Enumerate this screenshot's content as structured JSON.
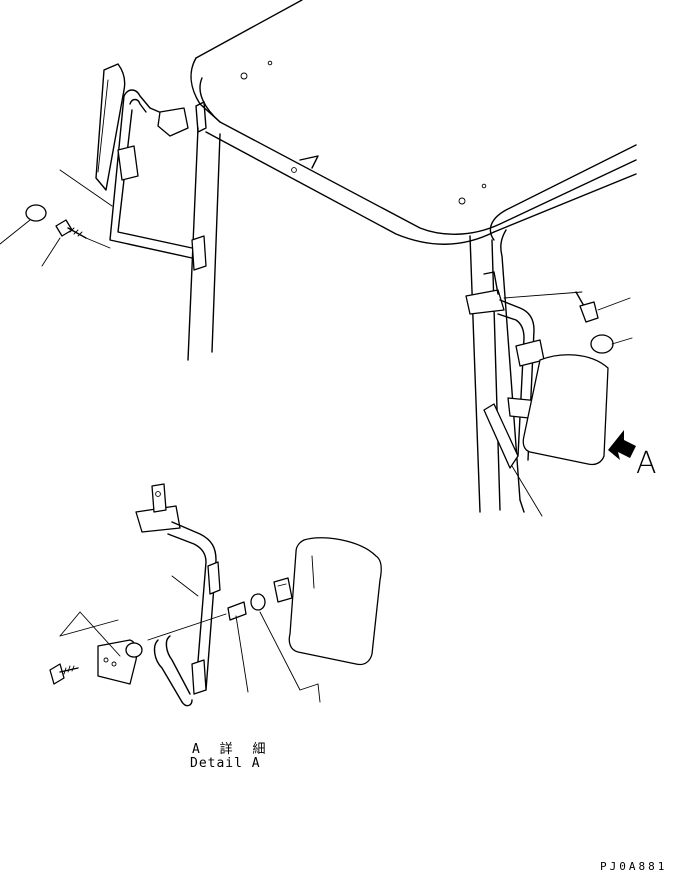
{
  "callout": {
    "letter": "A"
  },
  "detail_caption": {
    "japanese": "A 詳 細",
    "english": "Detail A"
  },
  "drawing_number": "PJ0A881"
}
